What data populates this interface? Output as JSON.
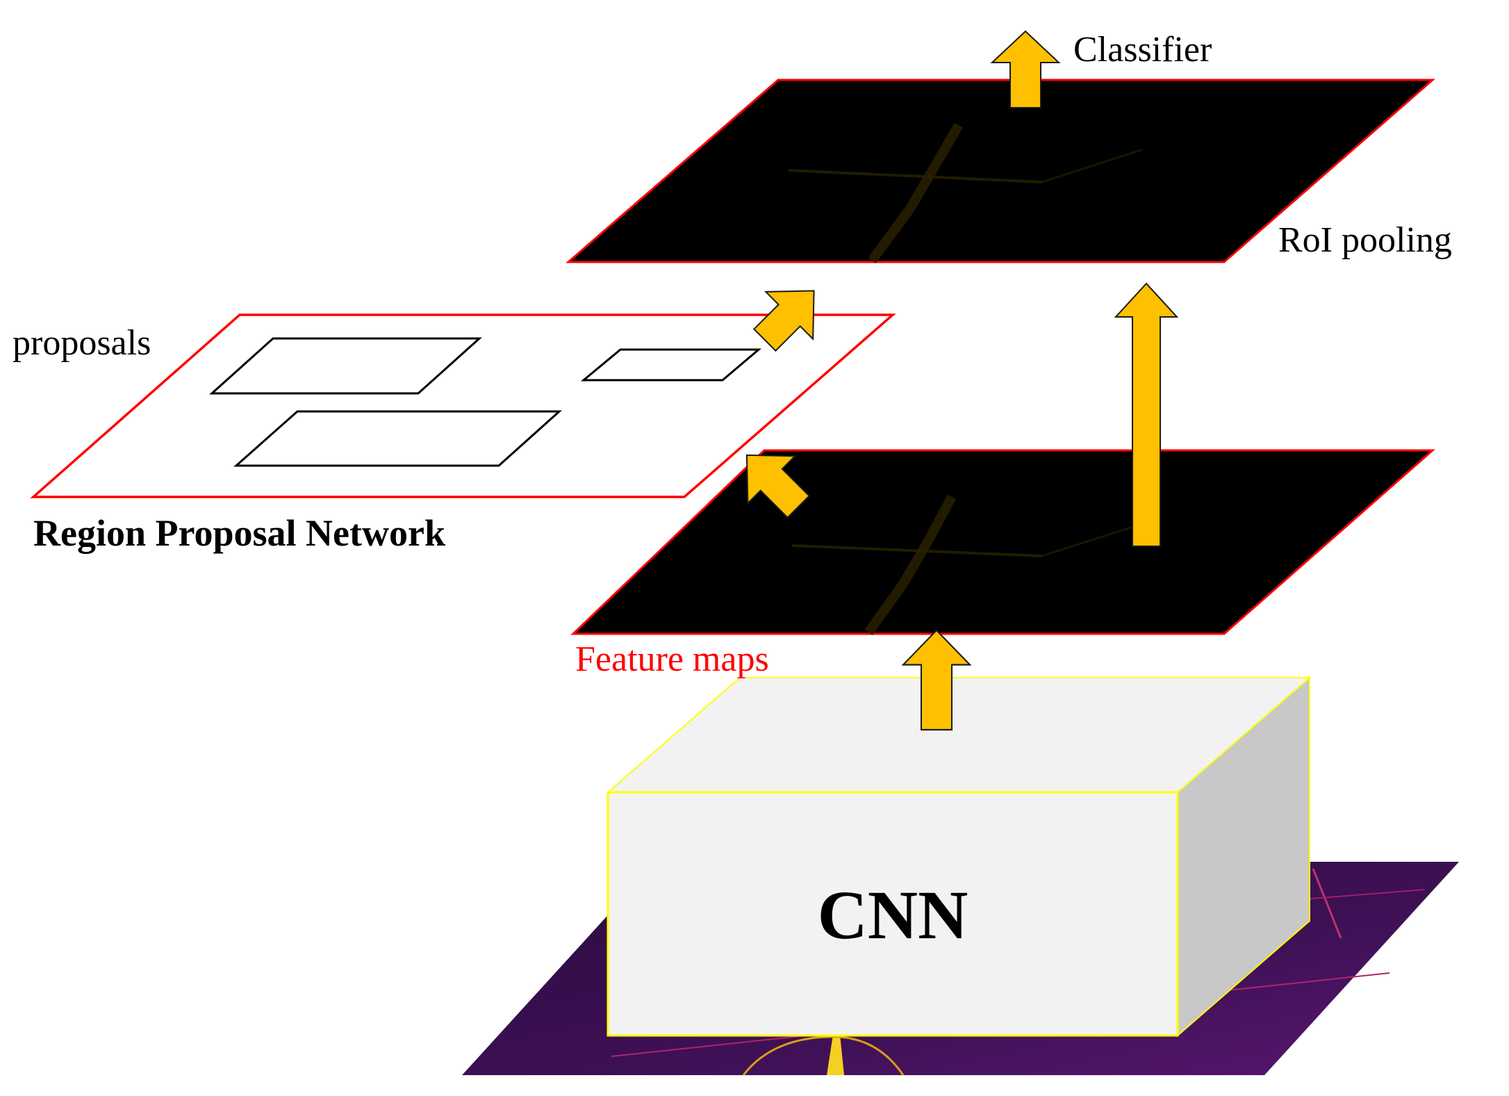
{
  "labels": {
    "classifier": "Classifier",
    "roi_pooling": "RoI pooling",
    "proposals": "proposals",
    "rpn": "Region Proposal Network",
    "feature_maps": "Feature maps",
    "cnn": "CNN"
  },
  "colors": {
    "arrow_fill": "#FFC000",
    "arrow_stroke": "#1a1a1a",
    "plane_dark": "#000000",
    "plane_border": "#FF0000",
    "feature_maps_text": "#FF0000",
    "cnn_front": "#F2F2F2",
    "cnn_side": "#C8C8C8",
    "cnn_border": "#FFFF00",
    "input_image": "#3A0F4F"
  },
  "icons": {
    "arrow": "up-arrow-icon"
  }
}
